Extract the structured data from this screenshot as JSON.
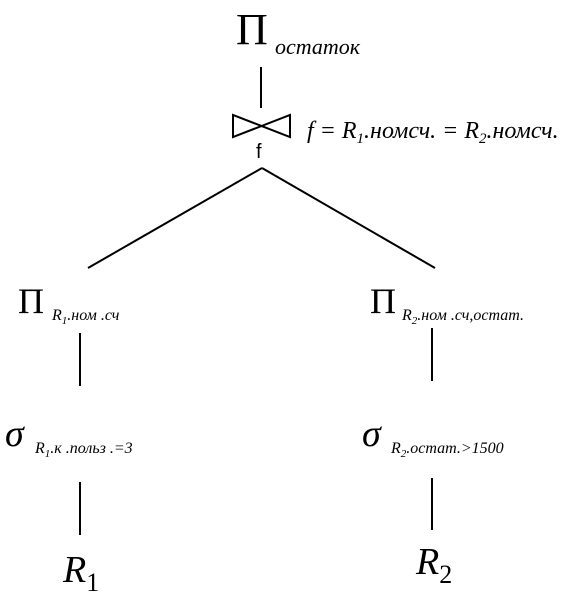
{
  "root": {
    "pi": "Π",
    "subscript": "остаток"
  },
  "join": {
    "label": "f",
    "condition": {
      "f": "f",
      "eq1": " = ",
      "r1": "R",
      "r1_sub": "1",
      "attr1": ".номсч.",
      "eq2": " = ",
      "r2": "R",
      "r2_sub": "2",
      "attr2": ".номсч."
    }
  },
  "left": {
    "projection": {
      "pi": "Π",
      "r": "R",
      "r_sub": "1",
      "attr": ".ном .сч"
    },
    "selection": {
      "sigma": "σ",
      "r": "R",
      "r_sub": "1",
      "cond": ".к .польз .=3"
    },
    "relation": {
      "r": "R",
      "sub": "1"
    }
  },
  "right": {
    "projection": {
      "pi": "Π",
      "r": "R",
      "r_sub": "2",
      "attr": ".ном .сч,остат."
    },
    "selection": {
      "sigma": "σ",
      "r": "R",
      "r_sub": "2",
      "cond": ".остат.>1500"
    },
    "relation": {
      "r": "R",
      "sub": "2"
    }
  }
}
